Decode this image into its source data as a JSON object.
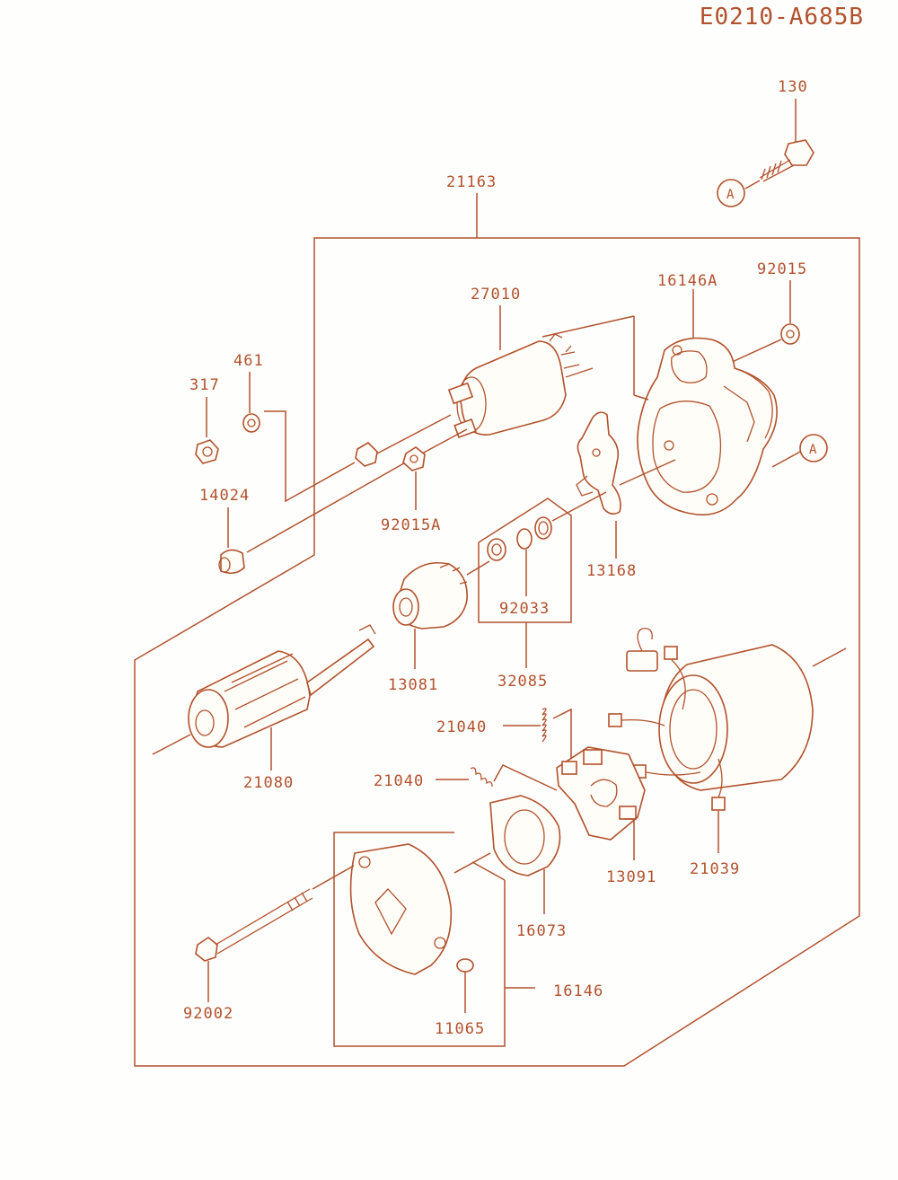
{
  "diagram_code": "E0210-A685B",
  "reference_mark": "A",
  "colors": {
    "line": "#b2512c",
    "background": "#fefefc"
  },
  "labels": {
    "p130": "130",
    "p21163": "21163",
    "p27010": "27010",
    "p16146A": "16146A",
    "p92015": "92015",
    "p461": "461",
    "p317": "317",
    "p14024": "14024",
    "p92015A": "92015A",
    "p13168": "13168",
    "p92033": "92033",
    "p13081": "13081",
    "p32085": "32085",
    "p21040a": "21040",
    "p21040b": "21040",
    "p21080": "21080",
    "p13091": "13091",
    "p21039": "21039",
    "p16073": "16073",
    "p16146": "16146",
    "p92002": "92002",
    "p11065": "11065"
  }
}
